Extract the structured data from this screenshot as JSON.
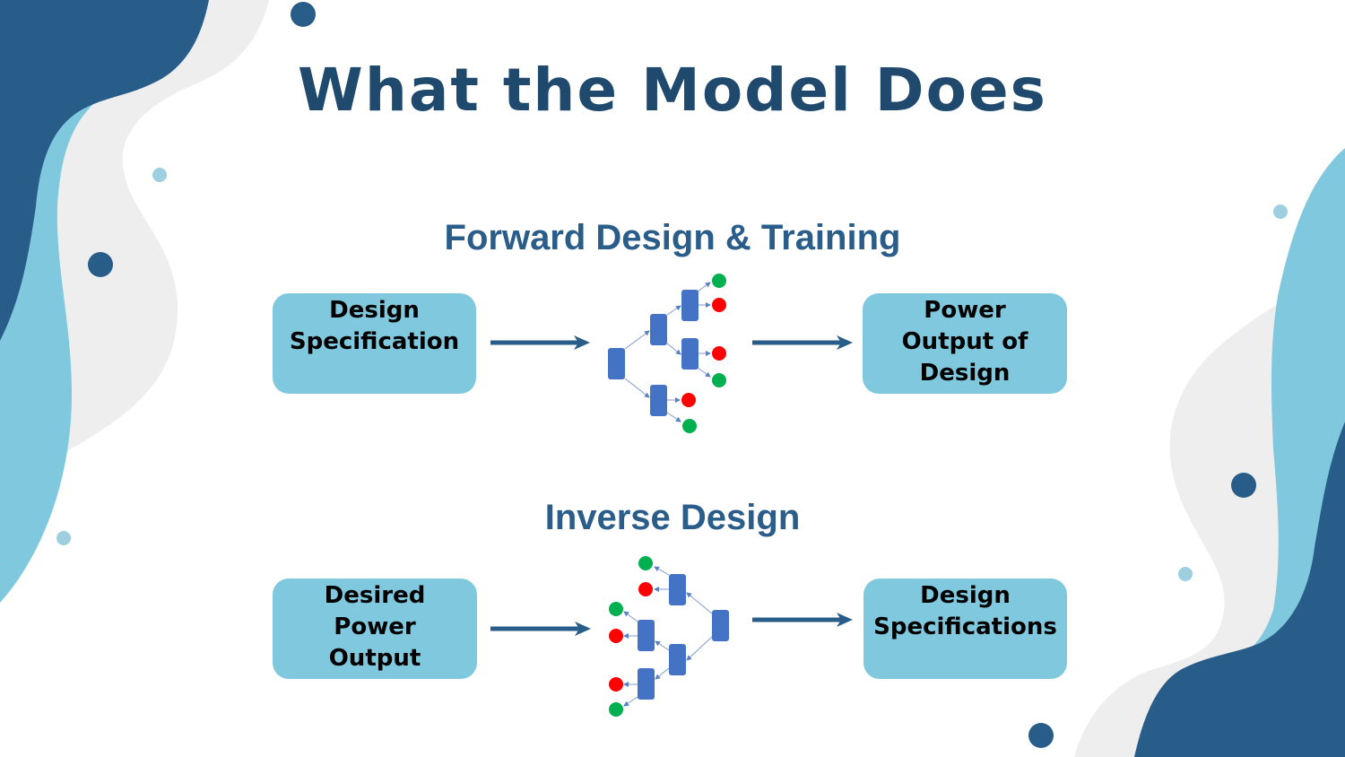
{
  "slide": {
    "title": "What the Model Does",
    "colors": {
      "dark_blue": "#285d89",
      "light_blue": "#7fc8de",
      "light_gray": "#eeeeee",
      "title_color": "#1f4a6e",
      "subtitle_color": "#2a5d8a",
      "node_blue": "#4472c4",
      "leaf_green": "#00b050",
      "leaf_red": "#ff0000"
    }
  },
  "forward": {
    "heading": "Forward Design & Training",
    "input_box": {
      "lines": [
        "Design",
        "Specification"
      ]
    },
    "output_box": {
      "lines": [
        "Power",
        "Output of",
        "Design"
      ]
    },
    "tree_icon": "decision-tree-icon"
  },
  "inverse": {
    "heading": "Inverse Design",
    "input_box": {
      "lines": [
        "Desired",
        "Power",
        "Output"
      ]
    },
    "output_box": {
      "lines": [
        "Design",
        "Specifications"
      ]
    },
    "tree_icon": "reverse-decision-tree-icon"
  }
}
